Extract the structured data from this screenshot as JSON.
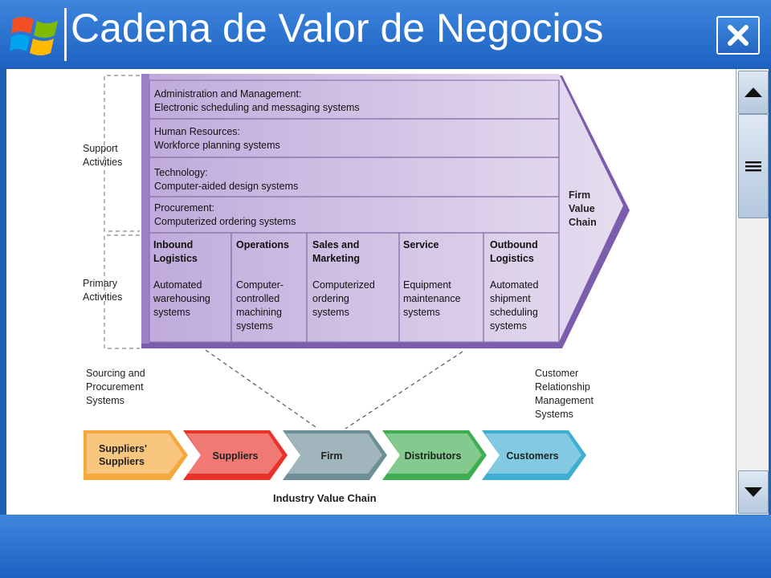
{
  "window": {
    "title": "Cadena de Valor de Negocios"
  },
  "diagram": {
    "support_label": "Support\nActivities",
    "primary_label": "Primary\nActivities",
    "firm_chain_label": "Firm\nValue\nChain",
    "support_rows": [
      {
        "text": "Administration and Management:\nElectronic scheduling and messaging systems"
      },
      {
        "text": "Human Resources:\nWorkforce planning systems"
      },
      {
        "text": "Technology:\nComputer-aided design systems"
      },
      {
        "text": "Procurement:\nComputerized ordering systems"
      }
    ],
    "primary": [
      {
        "title": "Inbound\nLogistics",
        "desc": "Automated\nwarehousing\nsystems"
      },
      {
        "title": "Operations",
        "desc": "Computer-\ncontrolled\nmachining\nsystems"
      },
      {
        "title": "Sales and\nMarketing",
        "desc": "Computerized\nordering\nsystems"
      },
      {
        "title": "Service",
        "desc": "Equipment\nmaintenance\nsystems"
      },
      {
        "title": "Outbound\nLogistics",
        "desc": "Automated\nshipment\nscheduling\nsystems"
      }
    ],
    "sourcing_label": "Sourcing and\nProcurement\nSystems",
    "crm_label": "Customer\nRelationship\nManagement\nSystems",
    "industry_segments": [
      {
        "label": "Suppliers'\nSuppliers",
        "color": "#f6a83c"
      },
      {
        "label": "Suppliers",
        "color": "#e8322a"
      },
      {
        "label": "Firm",
        "color": "#6e8e98"
      },
      {
        "label": "Distributors",
        "color": "#3fae52"
      },
      {
        "label": "Customers",
        "color": "#3eaed2"
      }
    ],
    "industry_chain_label": "Industry Value Chain"
  },
  "colors": {
    "titlebar": "#2a6fd0",
    "chain_fill": "#c9b9e0",
    "chain_dark": "#7a5aaa"
  },
  "icons": {
    "logo": "windows-logo-icon",
    "close": "close-icon",
    "up": "arrow-up-icon",
    "grip": "grip-lines-icon",
    "down": "arrow-down-icon"
  }
}
